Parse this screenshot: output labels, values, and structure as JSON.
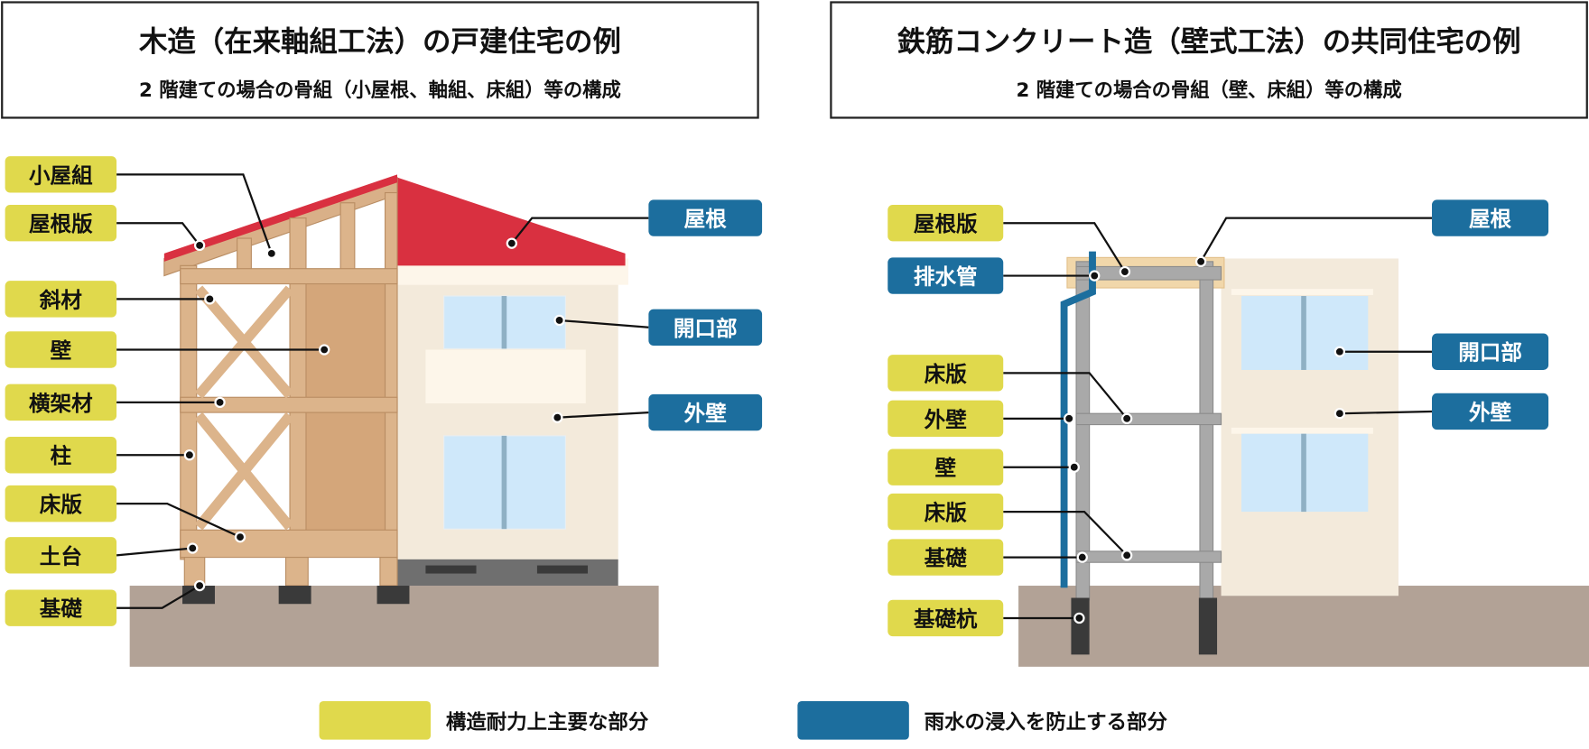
{
  "colors": {
    "structural": "#e0d94c",
    "rain": "#1c6e9e",
    "roof": "#d93040",
    "wood": "#d9b088",
    "wall": "#f3eadb",
    "ground": "#b2a296",
    "window": "#cfe8fa",
    "concrete": "#a9a9a9"
  },
  "left": {
    "title": "木造（在来軸組工法）の戸建住宅の例",
    "subtitle": "2 階建ての場合の骨組（小屋根、軸組、床組）等の構成",
    "labels_structural": [
      "小屋組",
      "屋根版",
      "斜材",
      "壁",
      "横架材",
      "柱",
      "床版",
      "土台",
      "基礎"
    ],
    "labels_rain": [
      "屋根",
      "開口部",
      "外壁"
    ]
  },
  "right": {
    "title": "鉄筋コンクリート造（壁式工法）の共同住宅の例",
    "subtitle": "2 階建ての場合の骨組（壁、床組）等の構成",
    "labels_structural": [
      "屋根版",
      "床版",
      "外壁",
      "壁",
      "床版",
      "基礎",
      "基礎杭"
    ],
    "labels_rain_left": [
      "排水管"
    ],
    "labels_rain": [
      "屋根",
      "開口部",
      "外壁"
    ]
  },
  "legend": {
    "structural": "構造耐力上主要な部分",
    "rain": "雨水の浸入を防止する部分"
  }
}
